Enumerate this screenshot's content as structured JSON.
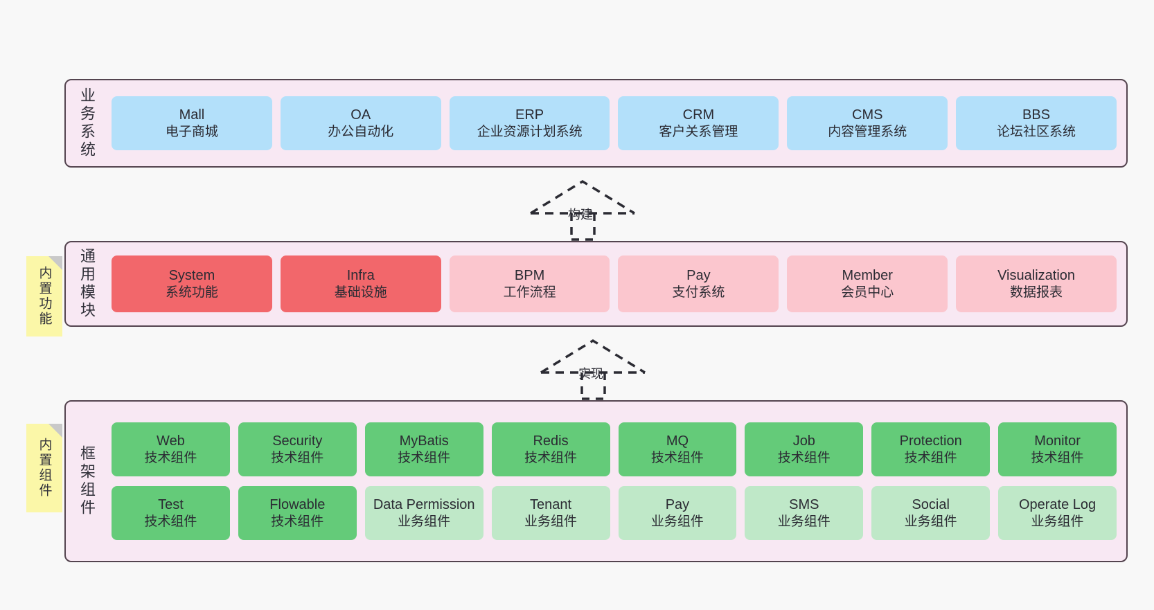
{
  "diagram": {
    "background": "#f8f8f8",
    "layer_fill": "#f8e8f3",
    "layer_border": "#54444f",
    "sticky_fill": "#fbf7a8",
    "colors": {
      "business": "#b3e0fa",
      "module_active": "#f2676b",
      "module_plain": "#fbc6ce",
      "tech_component": "#64cb79",
      "biz_component": "#bfe8c8"
    }
  },
  "layers": [
    {
      "id": "business-system",
      "title": "业务系统",
      "rows": [
        [
          {
            "en": "Mall",
            "cn": "电子商城"
          },
          {
            "en": "OA",
            "cn": "办公自动化"
          },
          {
            "en": "ERP",
            "cn": "企业资源计划系统"
          },
          {
            "en": "CRM",
            "cn": "客户关系管理"
          },
          {
            "en": "CMS",
            "cn": "内容管理系统"
          },
          {
            "en": "BBS",
            "cn": "论坛社区系统"
          }
        ]
      ]
    },
    {
      "id": "common-module",
      "title": "通用模块",
      "sticky": "内置功能",
      "rows": [
        [
          {
            "en": "System",
            "cn": "系统功能"
          },
          {
            "en": "Infra",
            "cn": "基础设施"
          },
          {
            "en": "BPM",
            "cn": "工作流程"
          },
          {
            "en": "Pay",
            "cn": "支付系统"
          },
          {
            "en": "Member",
            "cn": "会员中心"
          },
          {
            "en": "Visualization",
            "cn": "数据报表"
          }
        ]
      ]
    },
    {
      "id": "framework-component",
      "title": "框架组件",
      "sticky": "内置组件",
      "rows": [
        [
          {
            "en": "Web",
            "cn": "技术组件"
          },
          {
            "en": "Security",
            "cn": "技术组件"
          },
          {
            "en": "MyBatis",
            "cn": "技术组件"
          },
          {
            "en": "Redis",
            "cn": "技术组件"
          },
          {
            "en": "MQ",
            "cn": "技术组件"
          },
          {
            "en": "Job",
            "cn": "技术组件"
          },
          {
            "en": "Protection",
            "cn": "技术组件"
          },
          {
            "en": "Monitor",
            "cn": "技术组件"
          }
        ],
        [
          {
            "en": "Test",
            "cn": "技术组件"
          },
          {
            "en": "Flowable",
            "cn": "技术组件"
          },
          {
            "en": "Data Permission",
            "cn": "业务组件"
          },
          {
            "en": "Tenant",
            "cn": "业务组件"
          },
          {
            "en": "Pay",
            "cn": "业务组件"
          },
          {
            "en": "SMS",
            "cn": "业务组件"
          },
          {
            "en": "Social",
            "cn": "业务组件"
          },
          {
            "en": "Operate Log",
            "cn": "业务组件"
          }
        ]
      ]
    }
  ],
  "arrows": [
    {
      "id": "build-arrow",
      "label": "构建"
    },
    {
      "id": "implement-arrow",
      "label": "实现"
    }
  ]
}
